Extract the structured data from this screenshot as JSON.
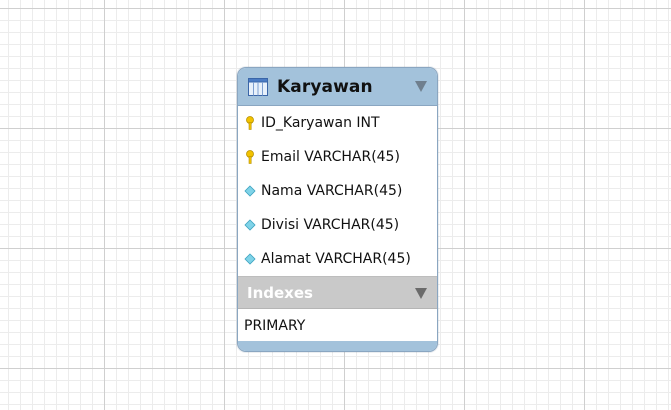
{
  "table": {
    "name": "Karyawan",
    "header_color": "#a3c2db",
    "icon": "table-icon",
    "columns": [
      {
        "label": "ID_Karyawan INT",
        "icon": "primary-key-icon"
      },
      {
        "label": "Email VARCHAR(45)",
        "icon": "primary-key-icon"
      },
      {
        "label": "Nama VARCHAR(45)",
        "icon": "column-diamond-icon"
      },
      {
        "label": "Divisi VARCHAR(45)",
        "icon": "column-diamond-icon"
      },
      {
        "label": "Alamat VARCHAR(45)",
        "icon": "column-diamond-icon"
      }
    ],
    "indexes": {
      "title": "Indexes",
      "items": [
        "PRIMARY"
      ]
    }
  }
}
